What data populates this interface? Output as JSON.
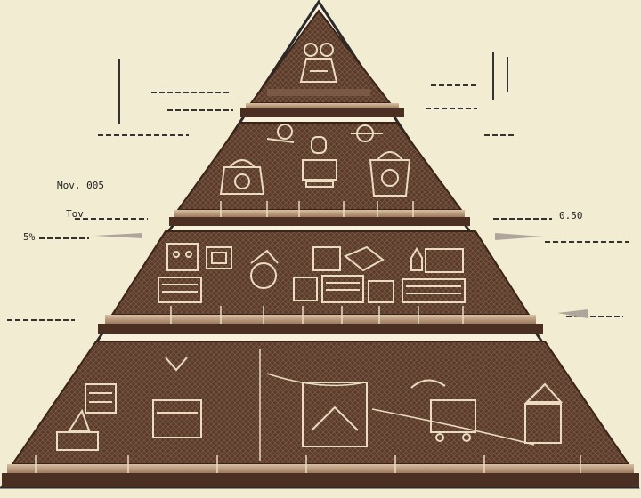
{
  "diagram": {
    "type": "pyramid",
    "tier_count": 4,
    "tiers": [
      {
        "level": 1,
        "icons": [
          "owl-icon"
        ]
      },
      {
        "level": 2,
        "icons": [
          "lamp-icon",
          "house-icon",
          "lantern-icon",
          "monitor-icon",
          "basket-icon"
        ]
      },
      {
        "level": 3,
        "icons": [
          "robot-icon",
          "picture-frame-icon",
          "mixer-icon",
          "crate-icon",
          "chart-board-icon",
          "package-icon",
          "bottle-icon",
          "control-panel-icon"
        ]
      },
      {
        "level": 4,
        "icons": [
          "shelf-icon",
          "cabinet-icon",
          "stove-icon",
          "tent-icon",
          "cart-icon",
          "radio-icon"
        ]
      }
    ],
    "left_labels": [
      {
        "text": "Mov. 005"
      },
      {
        "text": "Tov"
      },
      {
        "text": "5%"
      }
    ],
    "right_labels": [
      {
        "text": "0.50"
      }
    ],
    "colors": {
      "background": "#f2ecd3",
      "tier_fill": "#5a3a2a",
      "tier_edge": "#3a2418",
      "pattern": "#7a5a46",
      "icon": "#eadcc0",
      "outline": "#2a2a2a",
      "leader": "#333333",
      "plinth": "#caa98a"
    }
  }
}
